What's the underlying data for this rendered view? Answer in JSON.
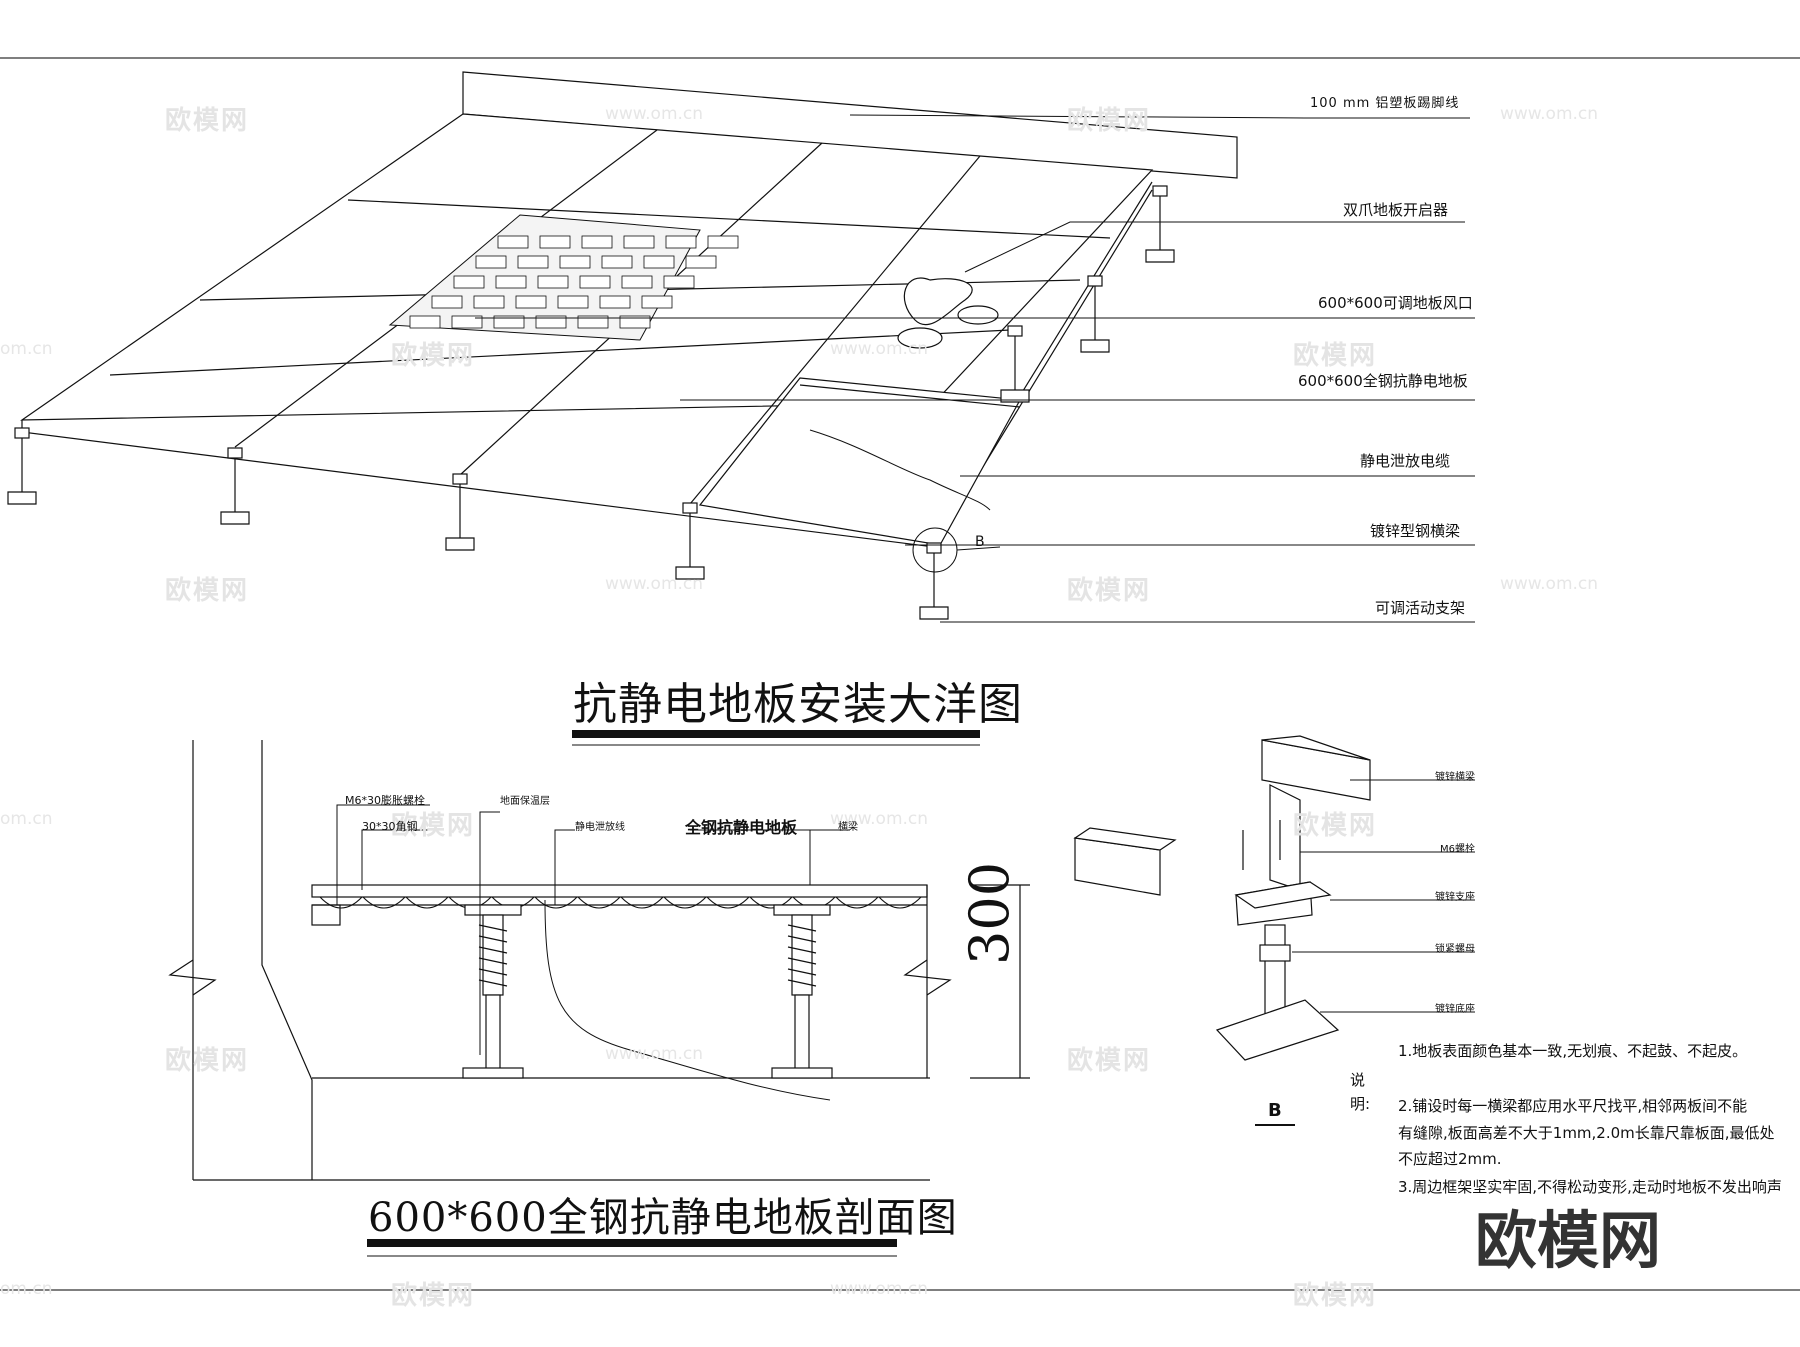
{
  "watermark": {
    "logo": "欧模网",
    "url": "www.om.cn",
    "url_short": "om.cn"
  },
  "iso": {
    "title": "抗静电地板安装大洋图",
    "callouts": [
      "100 mm 铝塑板踢脚线",
      "双爪地板开启器",
      "600*600可调地板风口",
      "600*600全钢抗静电地板",
      "静电泄放电缆",
      "镀锌型钢横梁",
      "可调活动支架"
    ],
    "marker": "B"
  },
  "section": {
    "title": "600*600全钢抗静电地板剖面图",
    "labels": {
      "bolt": "M6*30膨胀螺栓",
      "angle": "30*30角钢",
      "insulation": "地面保温层",
      "cable": "静电泄放线",
      "floor": "全钢抗静电地板",
      "beam": "横梁"
    },
    "dimension": "300"
  },
  "detail": {
    "marker": "B",
    "labels": [
      "镀锌横梁",
      "M6螺栓",
      "镀锌支座",
      "锁紧螺母",
      "镀锌底座"
    ]
  },
  "notes": {
    "heading": "说明:",
    "items": [
      "1.地板表面颜色基本一致,无划痕、不起鼓、不起皮。",
      "2.铺设时每一横梁都应用水平尺找平,相邻两板间不能",
      "有缝隙,板面高差不大于1mm,2.0m长靠尺靠板面,最低处",
      "不应超过2mm.",
      "3.周边框架坚实牢固,不得松动变形,走动时地板不发出响声"
    ]
  }
}
